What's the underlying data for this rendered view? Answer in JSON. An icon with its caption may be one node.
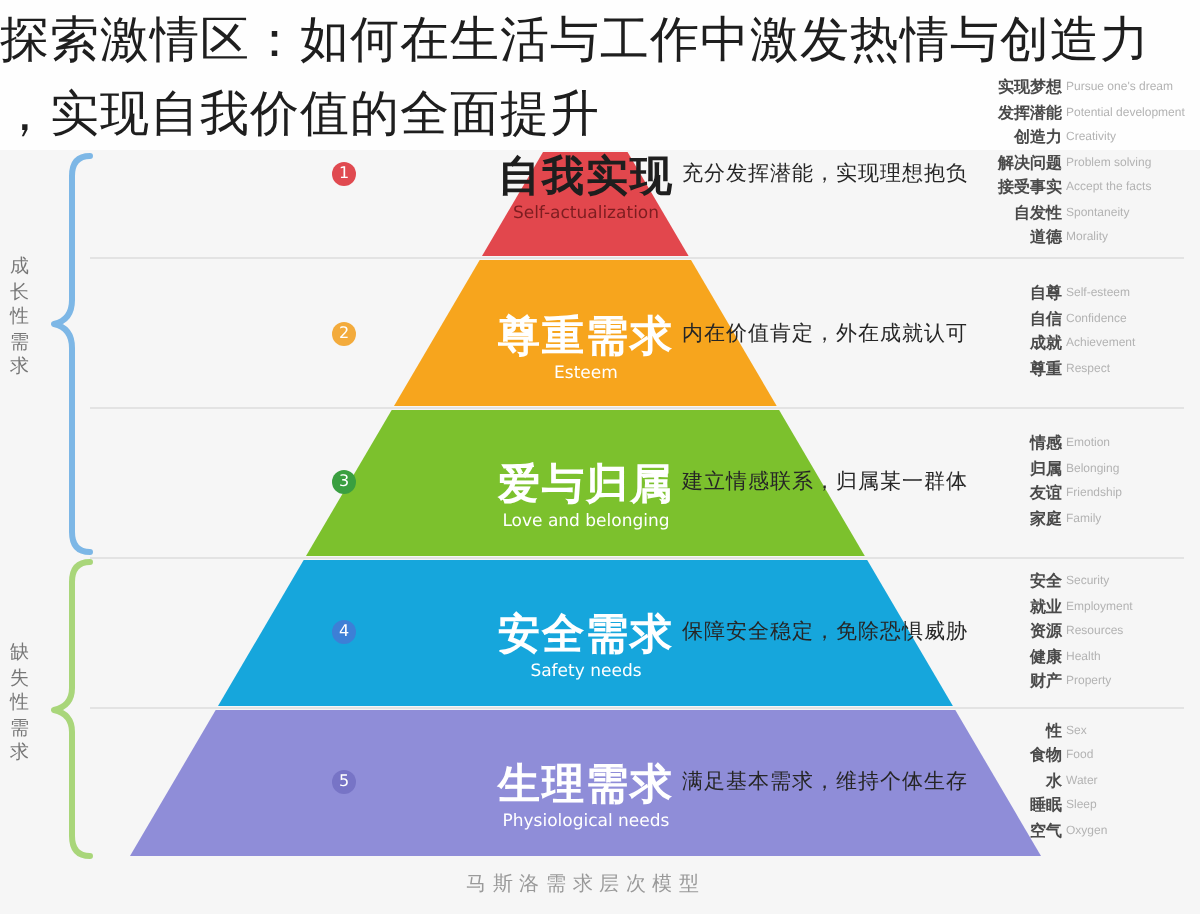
{
  "diagram": {
    "title": "探索激情区：如何在生活与工作中激发热情与创造力，实现自我价值的全面提升",
    "caption": "马斯洛需求层次模型",
    "nodes": [
      {
        "text": [
          "自我实现",
          "Self-actualization"
        ],
        "beside": [
          "充分发挥潜能，实现理想抱负"
        ]
      },
      {
        "text": [
          "尊重需求",
          "Esteem"
        ],
        "beside": [
          "内在价值肯定，外在成就认可"
        ]
      },
      {
        "text": [
          "爱与归属",
          "Love and belonging"
        ],
        "beside": [
          "建立情感联系，归属某一群体"
        ]
      },
      {
        "text": [
          "4",
          "安全需求",
          "Safety needs",
          "保障安全稳定，免除恐惧威胁"
        ]
      },
      {
        "text": [
          "5",
          "生理需求",
          "Physiological needs",
          "满足基本需求，维持个体生存"
        ]
      }
    ],
    "labels": [
      "成长性需求",
      "缺失性需求",
      "1",
      "2",
      "3",
      "实现梦想",
      "Pursue one's dream",
      "发挥潜能",
      "Potential development",
      "创造力",
      "Creativity",
      "解决问题",
      "Problem solving",
      "接受事实",
      "Accept the facts",
      "自发性",
      "Spontaneity",
      "道德",
      "Morality",
      "自尊",
      "Self-esteem",
      "自信",
      "Confidence",
      "成就",
      "Achievement",
      "尊重",
      "Respect",
      "情感",
      "Emotion",
      "归属",
      "Belonging",
      "友谊",
      "Friendship",
      "家庭",
      "Family",
      "安全",
      "Security",
      "就业",
      "Employment",
      "资源",
      "Resources",
      "健康",
      "Health",
      "财产",
      "Property",
      "性",
      "Sex",
      "食物",
      "Food",
      "水",
      "Water",
      "睡眠",
      "Sleep",
      "空气",
      "Oxygen"
    ]
  }
}
